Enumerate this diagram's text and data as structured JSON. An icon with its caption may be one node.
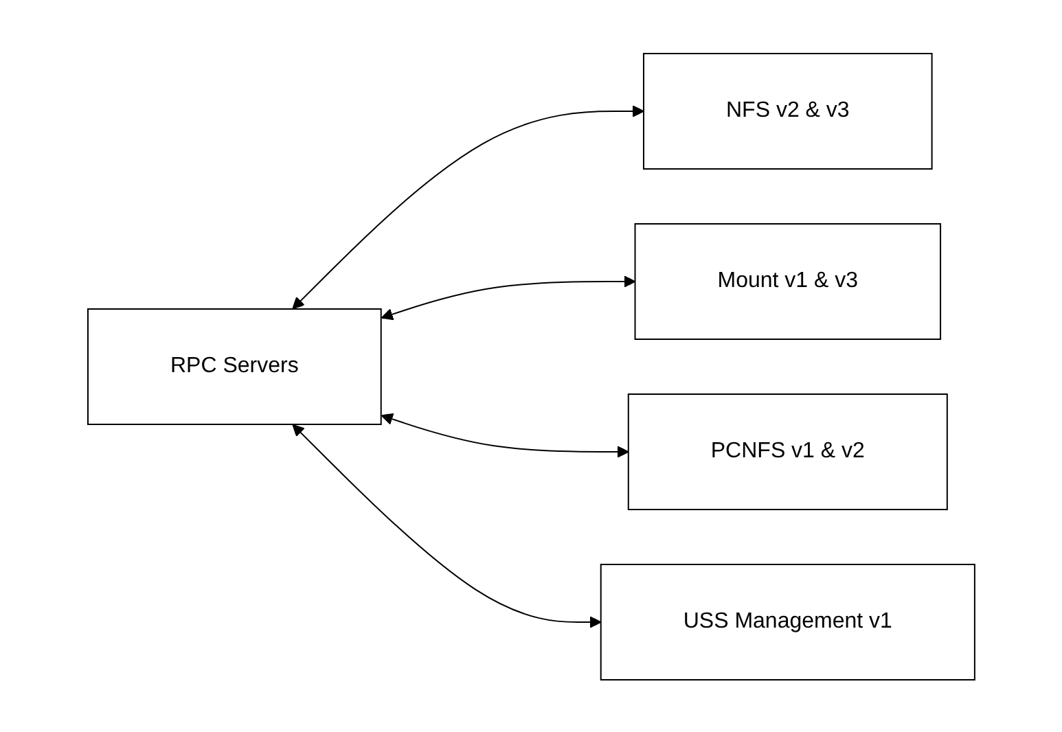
{
  "diagram": {
    "nodes": [
      {
        "text": [
          "RPC Servers"
        ]
      },
      {
        "text": [
          "NFS v2 & v3"
        ]
      },
      {
        "text": [
          "Mount v1 & v3"
        ]
      },
      {
        "text": [
          "PCNFS v1 & v2"
        ]
      },
      {
        "text": [
          "USS Management v1"
        ]
      }
    ],
    "edges": [
      {
        "from": 0,
        "to": 1,
        "arrow": "both"
      },
      {
        "from": 0,
        "to": 2,
        "arrow": "both"
      },
      {
        "from": 0,
        "to": 3,
        "arrow": "both"
      },
      {
        "from": 0,
        "to": 4,
        "arrow": "both"
      }
    ]
  }
}
